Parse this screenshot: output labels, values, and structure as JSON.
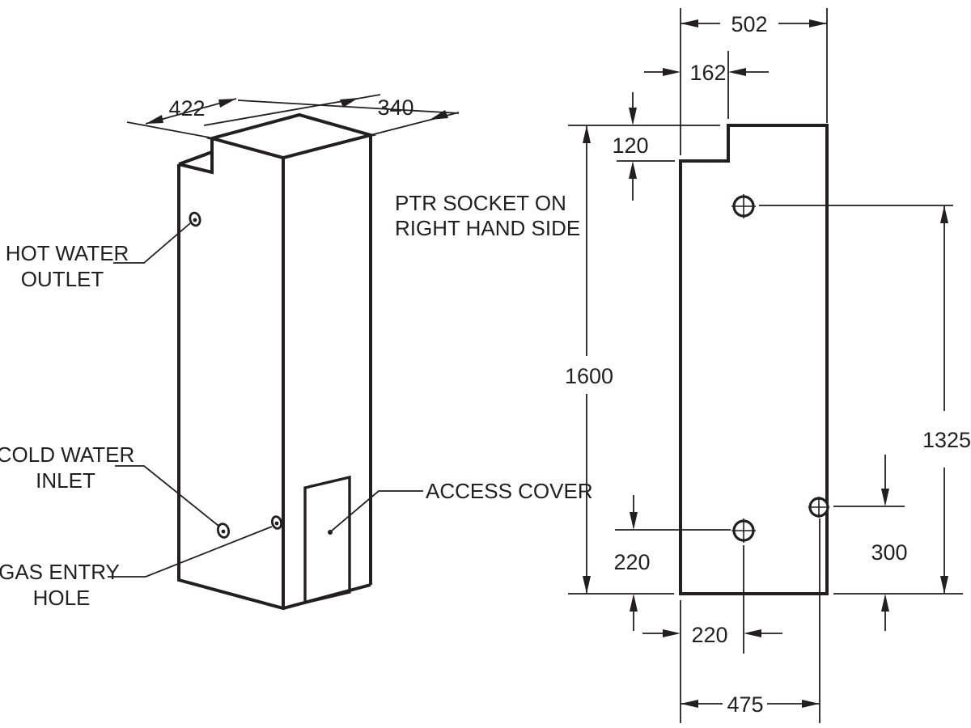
{
  "figure": {
    "type": "technical-drawing",
    "subject": "gas water heater installation dimensions",
    "background_color": "#ffffff",
    "line_color": "#231f20"
  },
  "isometric_view": {
    "dim_depth": "422",
    "dim_width": "340",
    "label_hot_line1": "HOT WATER",
    "label_hot_line2": "OUTLET",
    "label_ptr_line1": "PTR SOCKET ON",
    "label_ptr_line2": "RIGHT HAND SIDE",
    "label_cold_line1": "COLD WATER",
    "label_cold_line2": "INLET",
    "label_gas_line1": "GAS ENTRY",
    "label_gas_line2": "HOLE",
    "label_access": "ACCESS COVER"
  },
  "elevation_view": {
    "dim_top_width": "502",
    "dim_top_offset": "162",
    "dim_step_height": "120",
    "dim_total_height": "1600",
    "dim_ptr_height": "1325",
    "dim_lower_hole_height": "220",
    "dim_right_hole_height": "300",
    "dim_lower_hole_offset": "220",
    "dim_base_width": "475"
  }
}
